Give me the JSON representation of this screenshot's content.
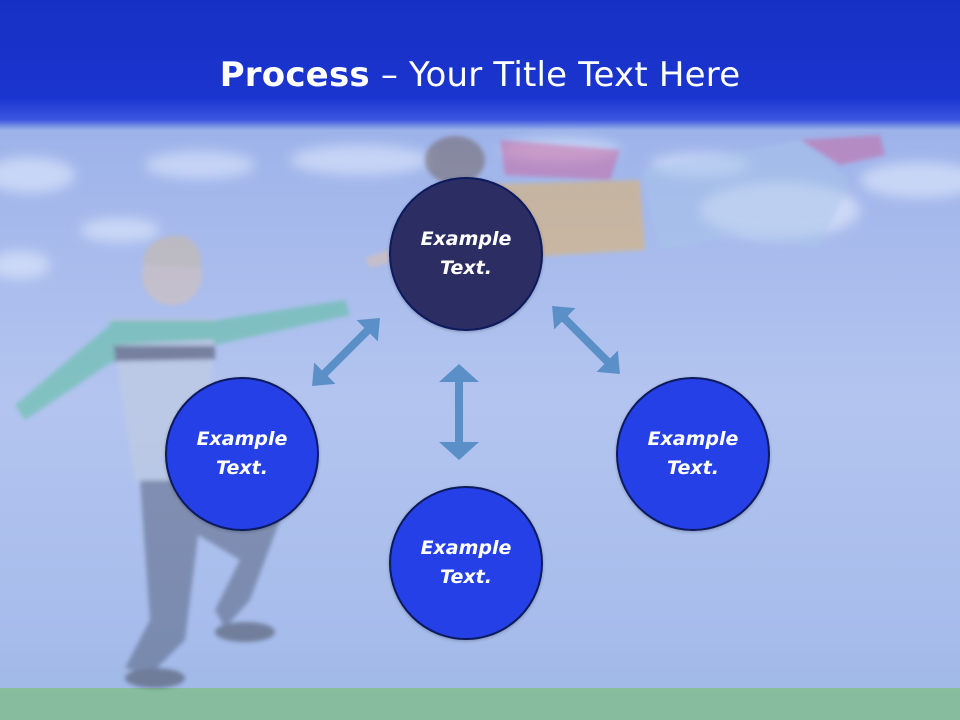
{
  "slide": {
    "title_bold": "Process",
    "title_rest": " – Your Title Text Here",
    "colors": {
      "header": "#1a35cf",
      "node_dark": "#2c2d62",
      "node_blue": "#2440e6",
      "arrow": "#5b8fc7"
    }
  },
  "diagram": {
    "nodes": [
      {
        "id": "top",
        "line1": "Example",
        "line2": "Text."
      },
      {
        "id": "left",
        "line1": "Example",
        "line2": "Text."
      },
      {
        "id": "right",
        "line1": "Example",
        "line2": "Text."
      },
      {
        "id": "bottom",
        "line1": "Example",
        "line2": "Text."
      }
    ],
    "arrows": [
      {
        "from": "top",
        "to": "left",
        "icon": "double-arrow-icon"
      },
      {
        "from": "top",
        "to": "right",
        "icon": "double-arrow-icon"
      },
      {
        "from": "top",
        "to": "bottom",
        "icon": "double-arrow-icon"
      }
    ]
  }
}
